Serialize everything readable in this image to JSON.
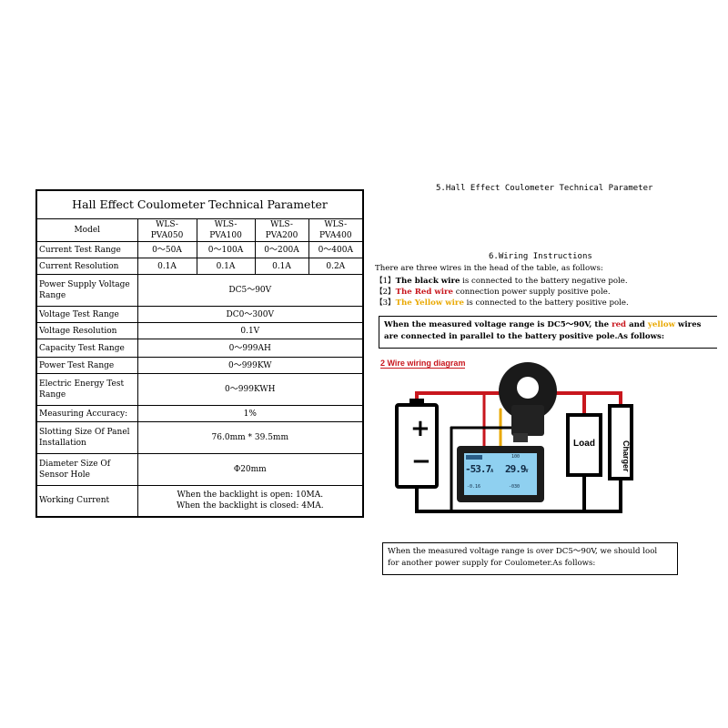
{
  "table": {
    "title": "Hall Effect Coulometer Technical Parameter",
    "header": [
      "Model",
      "WLS-PVA050",
      "WLS-PVA100",
      "WLS-PVA200",
      "WLS-PVA400"
    ],
    "current_test_range": {
      "label": "Current Test Range",
      "values": [
        "0～50A",
        "0～100A",
        "0～200A",
        "0～400A"
      ]
    },
    "current_resolution": {
      "label": "Current Resolution",
      "values": [
        "0.1A",
        "0.1A",
        "0.1A",
        "0.2A"
      ]
    },
    "power_supply_voltage_range": {
      "label": "Power Supply Voltage Range",
      "value": "DC5～90V"
    },
    "voltage_test_range": {
      "label": "Voltage Test Range",
      "value": "DC0～300V"
    },
    "voltage_resolution": {
      "label": "Voltage Resolution",
      "value": "0.1V"
    },
    "capacity_test_range": {
      "label": "Capacity Test Range",
      "value": "0～999AH"
    },
    "power_test_range": {
      "label": "Power Test Range",
      "value": "0～999KW"
    },
    "electric_energy_test_range": {
      "label": "Electric Energy Test Range",
      "value": "0～999KWH"
    },
    "measuring_accuracy": {
      "label": "Measuring Accuracy:",
      "value": "1%"
    },
    "slotting_size": {
      "label": "Slotting Size Of Panel Installation",
      "value": "76.0mm * 39.5mm"
    },
    "diameter_size": {
      "label": "Diameter Size Of Sensor Hole",
      "value": "Φ20mm"
    },
    "working_current": {
      "label": "Working Current",
      "line1": "When the backlight is open: 10MA.",
      "line2": "When the backlight is closed: 4MA."
    }
  },
  "right": {
    "section5_title": "5.Hall Effect Coulometer Technical Parameter",
    "section6_title": "6.Wiring Instructions",
    "intro": "There are three wires in the head of the table, as follows:",
    "wire1": {
      "num": "【1】",
      "name": "The black wire",
      "rest": " is connected to the battery negative pole."
    },
    "wire2": {
      "num": "【2】",
      "name": "The Red wire",
      "rest": " connection power supply positive pole."
    },
    "wire3": {
      "num": "【3】",
      "name": "The Yellow wire",
      "rest": " is connected to the battery positive pole."
    },
    "box1": {
      "line1_pre": "When the measured voltage range is DC5～90V, the ",
      "line1_red": "red",
      "line1_and": " and ",
      "line1_yellow": "yellow",
      "line1_post": " wires",
      "line2": "are connected in parallel to the battery positive pole.As follows:"
    },
    "diagram": {
      "title": "2 Wire wiring diagram",
      "load_label": "Load",
      "charger_label": "Charger",
      "plus": "+",
      "minus": "−",
      "lcd_left_value": "-53.7",
      "lcd_left_unit": "A",
      "lcd_right_value": "29.9",
      "lcd_right_unit": "V",
      "lcd_top_value": "100",
      "lcd_bottom_left": "-0.16",
      "lcd_bottom_right": "-030"
    },
    "box2": {
      "line1": "When the measured voltage range is over DC5～90V, we should  lool",
      "line2": "for another power supply for Coulometer.As follows:"
    }
  },
  "colors": {
    "red": "#c8161d",
    "yellow": "#e9a800",
    "black": "#000000",
    "lcd": "#8fd0f0"
  }
}
